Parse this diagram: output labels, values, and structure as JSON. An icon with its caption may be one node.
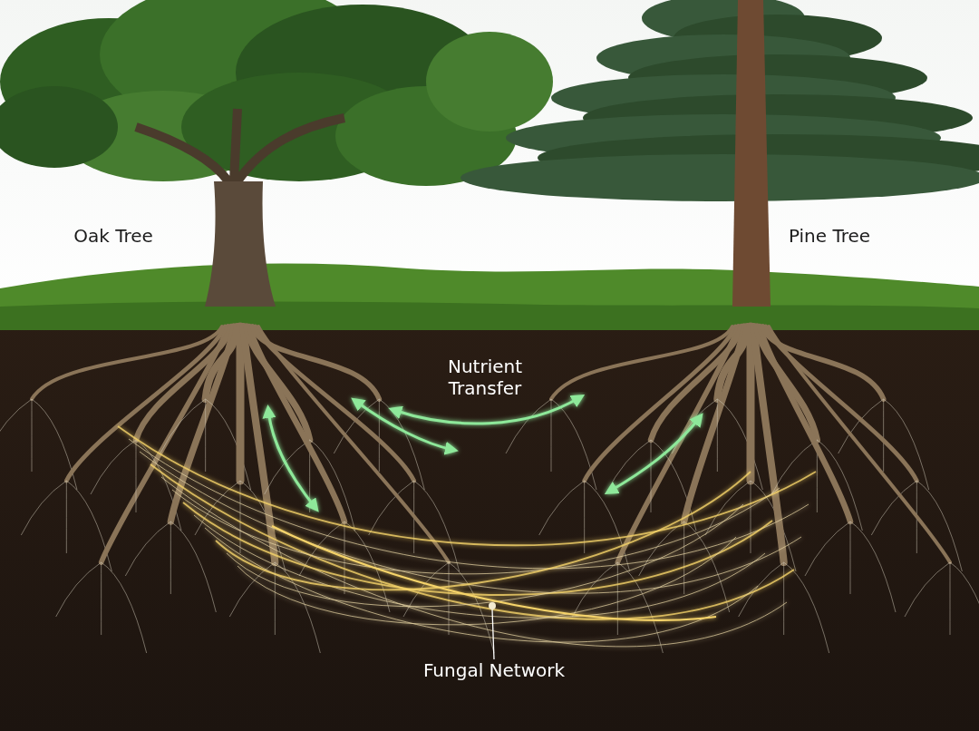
{
  "diagram": {
    "nodes": [
      {
        "text": [
          "Fungal Network"
        ]
      },
      {
        "text": [],
        "shape": "circle"
      }
    ],
    "edges": [
      {
        "from": 0,
        "to": 1,
        "arrow": "none"
      }
    ],
    "labels": [
      "Oak Tree",
      "Pine Tree",
      "Nutrient Transfer"
    ]
  }
}
